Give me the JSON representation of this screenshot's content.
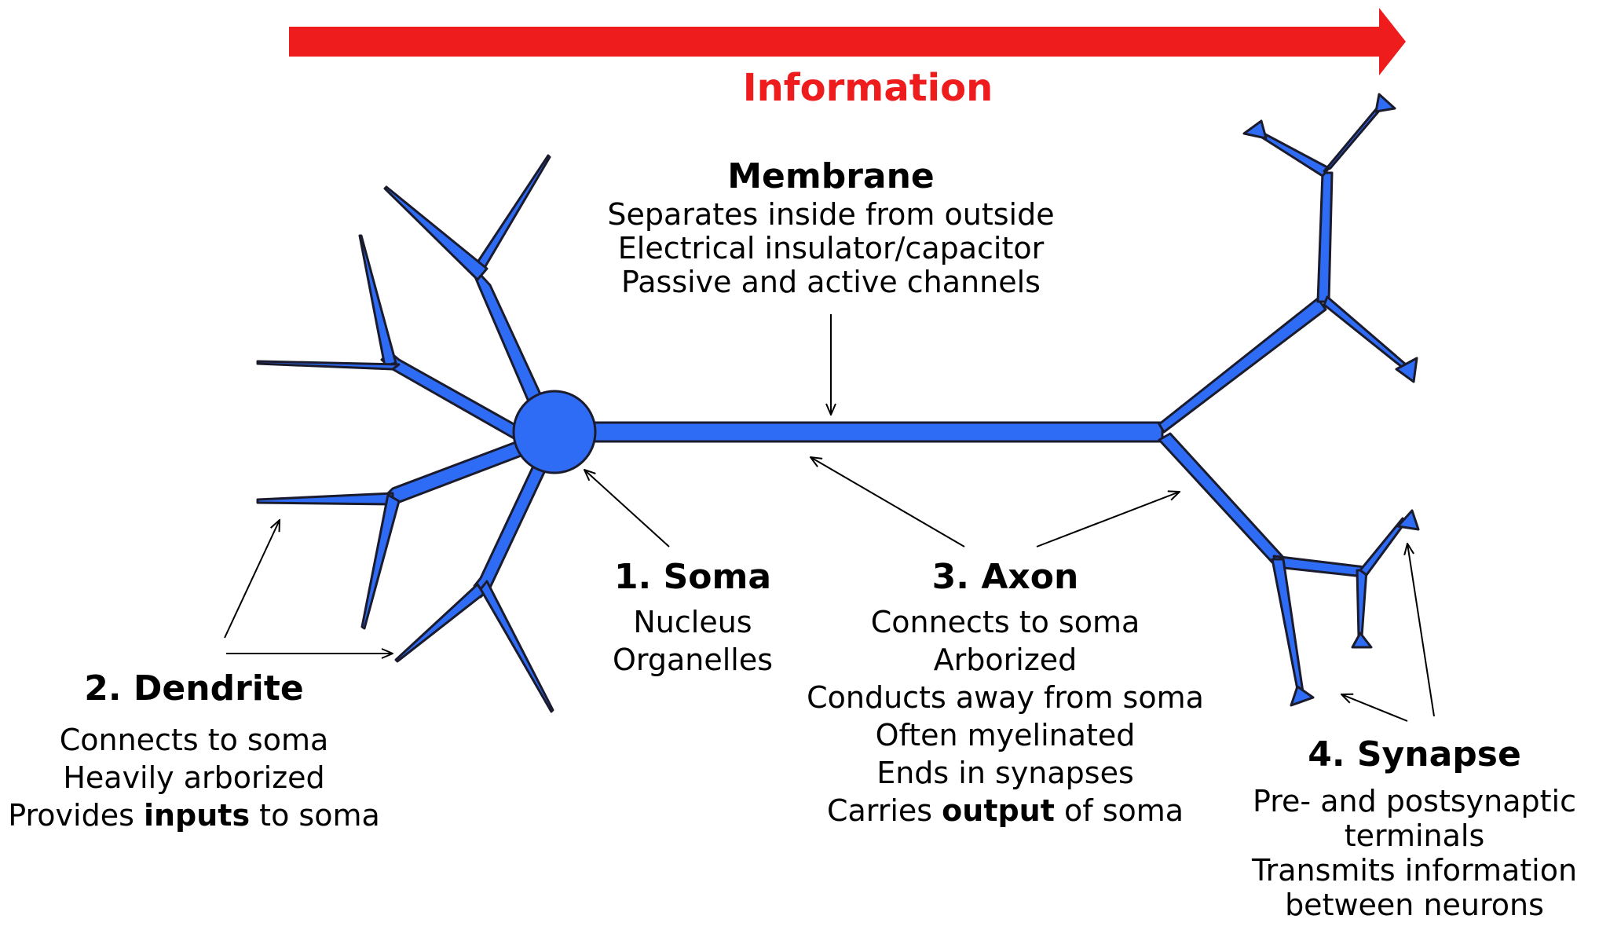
{
  "information": {
    "label": "Information",
    "color": "#ee1c1c"
  },
  "membrane": {
    "title": "Membrane",
    "lines": [
      "Separates inside from outside",
      "Electrical insulator/capacitor",
      "Passive and active channels"
    ]
  },
  "soma": {
    "title": "1. Soma",
    "lines": [
      "Nucleus",
      "Organelles"
    ]
  },
  "dendrite": {
    "title": "2. Dendrite",
    "lines": [
      "Connects to soma",
      "Heavily arborized"
    ],
    "last_line": {
      "before": "Provides ",
      "bold": "inputs",
      "after": " to soma"
    }
  },
  "axon": {
    "title": "3. Axon",
    "lines": [
      "Connects to soma",
      "Arborized",
      "Conducts away from soma",
      "Often myelinated",
      "Ends in synapses"
    ],
    "last_line": {
      "before": "Carries ",
      "bold": "output",
      "after": " of soma"
    }
  },
  "synapse": {
    "title": "4. Synapse",
    "lines": [
      "Pre- and postsynaptic",
      "terminals",
      "Transmits information",
      "between neurons"
    ]
  },
  "colors": {
    "neuron_fill": "#2f6cf5",
    "neuron_outline": "#1b1b2e",
    "arrow": "#ee1c1c",
    "pointer": "#000000"
  }
}
